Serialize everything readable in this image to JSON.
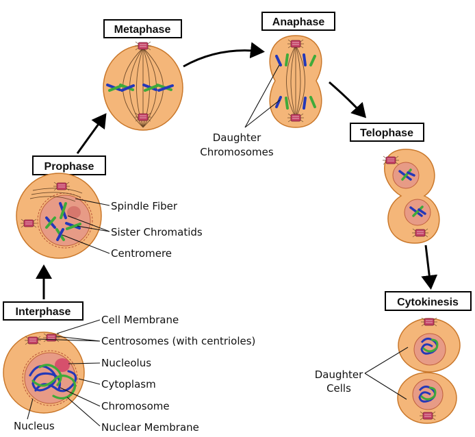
{
  "stages": {
    "interphase": "Interphase",
    "prophase": "Prophase",
    "metaphase": "Metaphase",
    "anaphase": "Anaphase",
    "telophase": "Telophase",
    "cytokinesis": "Cytokinesis"
  },
  "labels": {
    "cell_membrane": "Cell Membrane",
    "centrosomes": "Centrosomes (with centrioles)",
    "nucleolus": "Nucleolus",
    "cytoplasm": "Cytoplasm",
    "chromosome": "Chromosome",
    "nuclear_membrane": "Nuclear Membrane",
    "nucleus": "Nucleus",
    "spindle_fiber": "Spindle Fiber",
    "sister_chromatids": "Sister Chromatids",
    "centromere": "Centromere",
    "daughter_chromosomes_line1": "Daughter",
    "daughter_chromosomes_line2": "Chromosomes",
    "daughter_cells_line1": "Daughter",
    "daughter_cells_line2": "Cells"
  },
  "colors": {
    "cytoplasm": "#f4b679",
    "cell_outline": "#c9772a",
    "nucleus": "#e79b86",
    "chromatid_blue": "#2438b8",
    "chromatid_green": "#3faa3a",
    "centrosome": "#c23f63"
  }
}
